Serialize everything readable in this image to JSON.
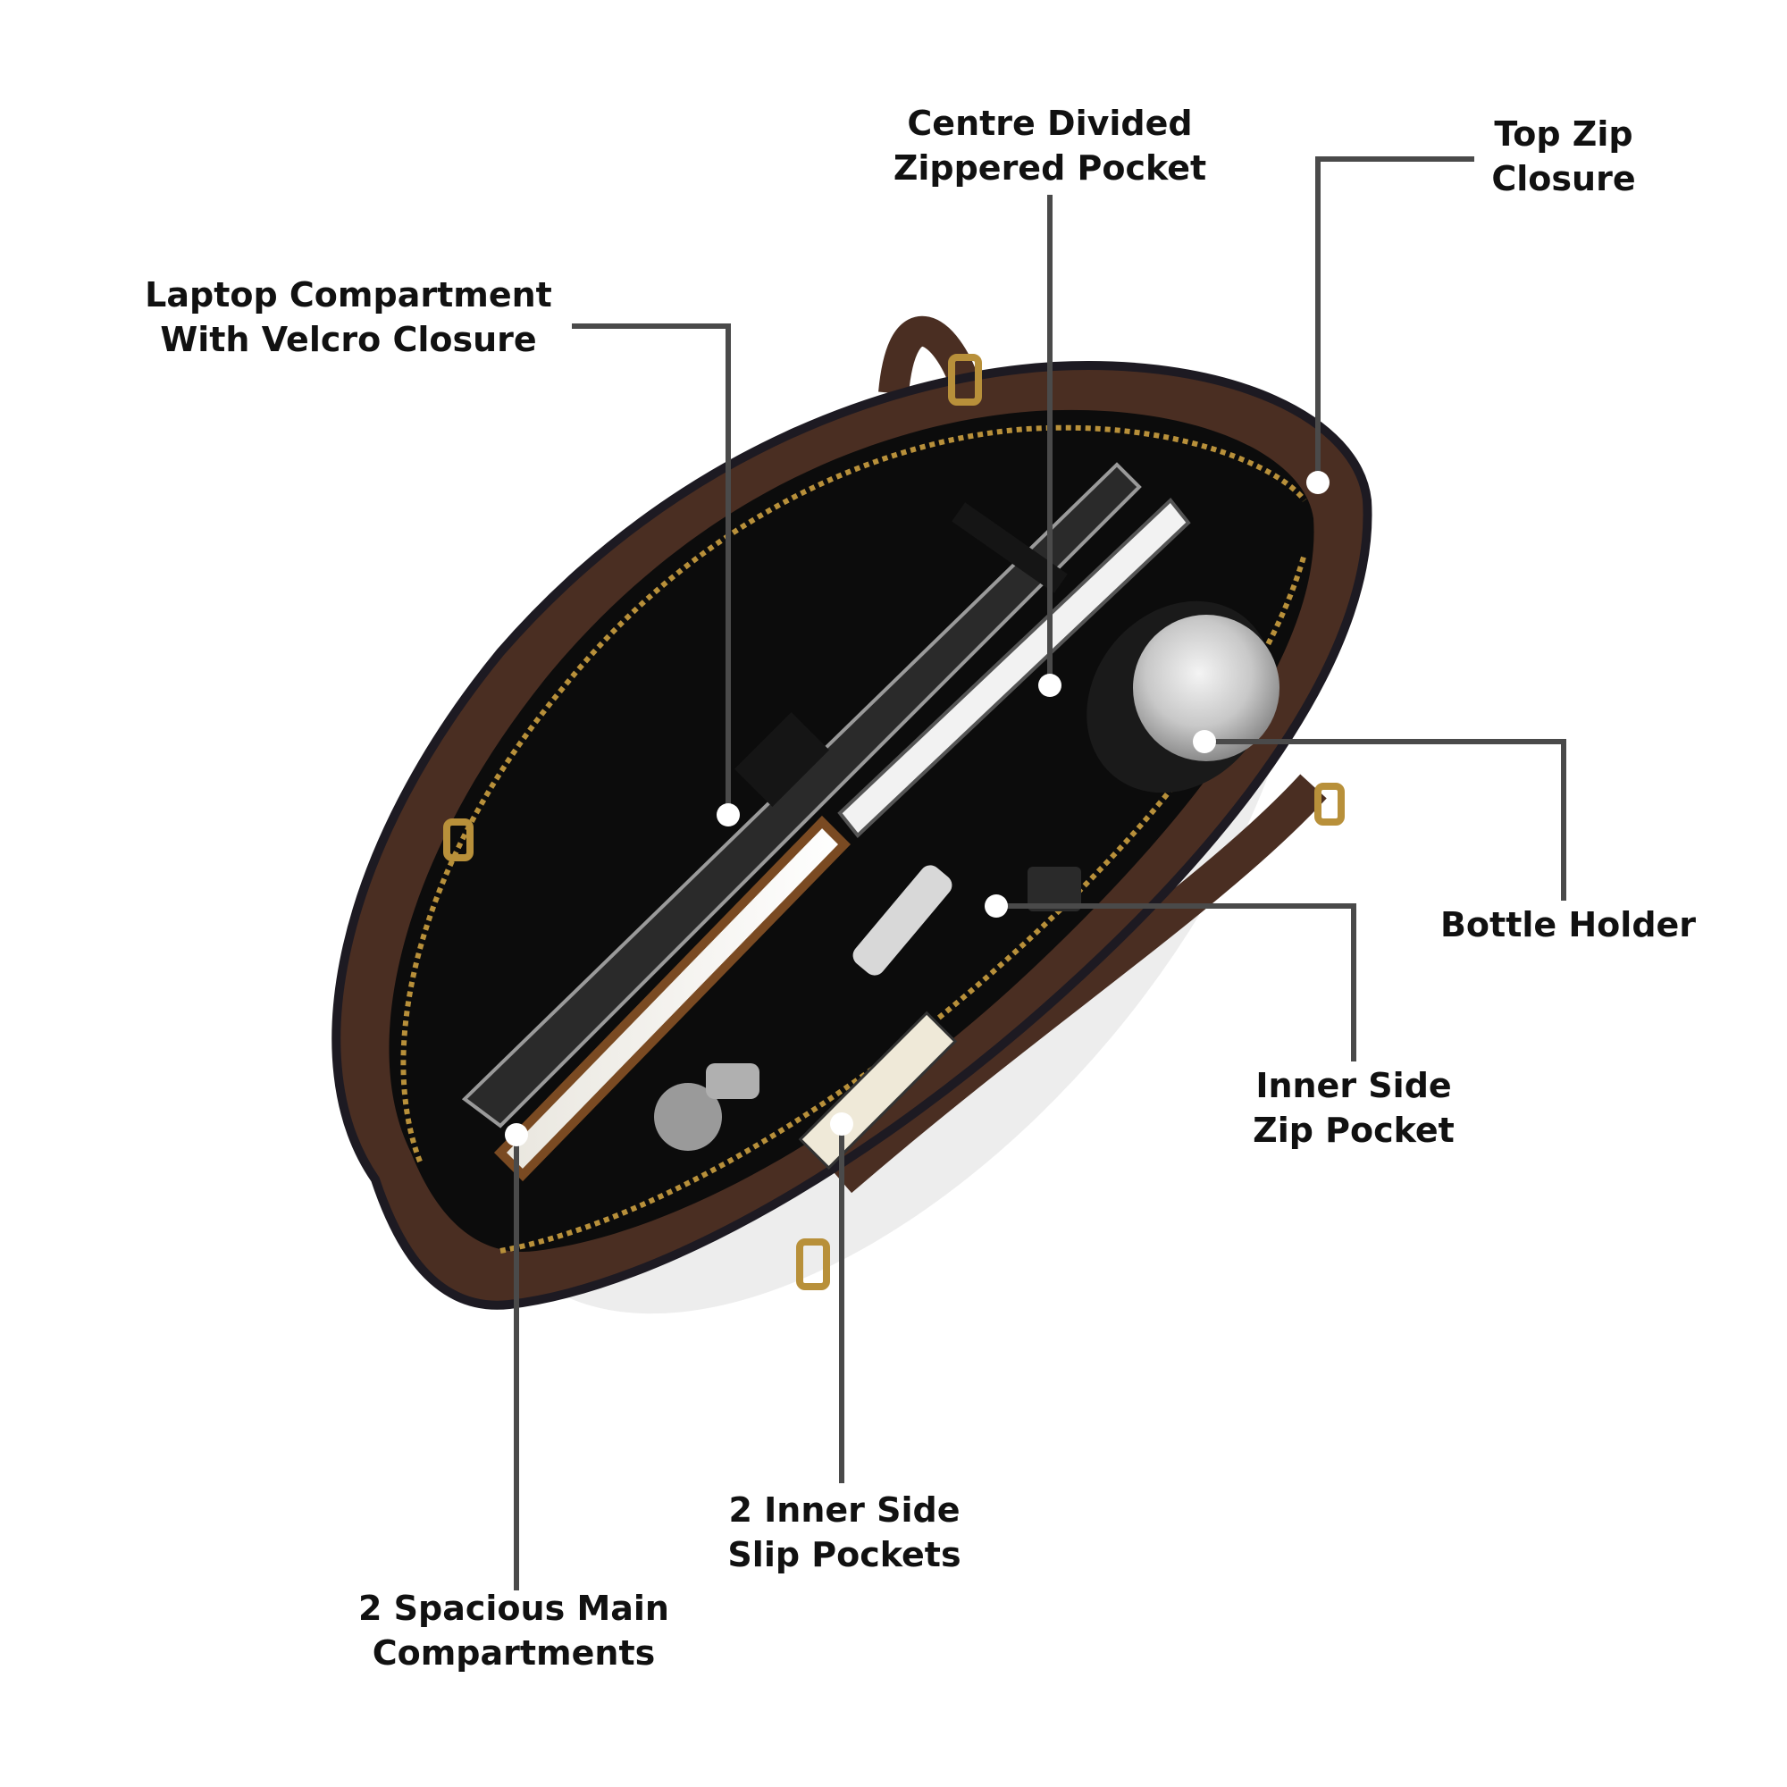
{
  "colors": {
    "background": "#ffffff",
    "leader_line": "#4a4a4a",
    "label_text": "#111111",
    "bag_leather": "#4a2e22",
    "bag_lining": "#0c0c0c",
    "zipper_gold": "#b8903a"
  },
  "callouts": {
    "laptop": {
      "line1": "Laptop Compartment",
      "line2": "With Velcro Closure"
    },
    "centre": {
      "line1": "Centre Divided",
      "line2": "Zippered Pocket"
    },
    "topzip": {
      "line1": "Top Zip",
      "line2": "Closure"
    },
    "bottle": {
      "line1": "Bottle Holder"
    },
    "innerzip": {
      "line1": "Inner Side",
      "line2": "Zip Pocket"
    },
    "slip": {
      "line1": "2 Inner Side",
      "line2": "Slip Pockets"
    },
    "main": {
      "line1": "2 Spacious Main",
      "line2": "Compartments"
    }
  }
}
